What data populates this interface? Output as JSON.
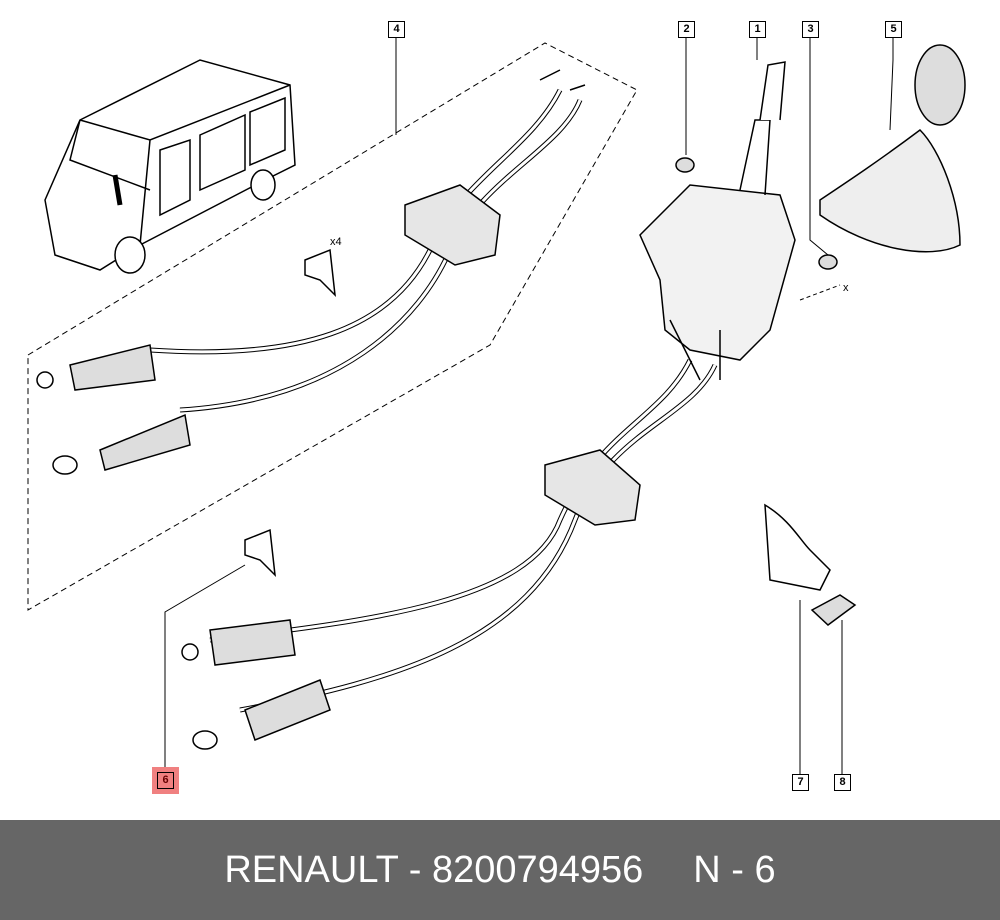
{
  "callouts": {
    "c1": "1",
    "c2": "2",
    "c3": "3",
    "c4": "4",
    "c5": "5",
    "c6": "6",
    "c7": "7",
    "c8": "8"
  },
  "notes": {
    "quantity": "x4",
    "axis": "x"
  },
  "highlight_color": "#f08080",
  "footer": {
    "part": "RENAULT - 8200794956",
    "ref": "N - 6"
  }
}
